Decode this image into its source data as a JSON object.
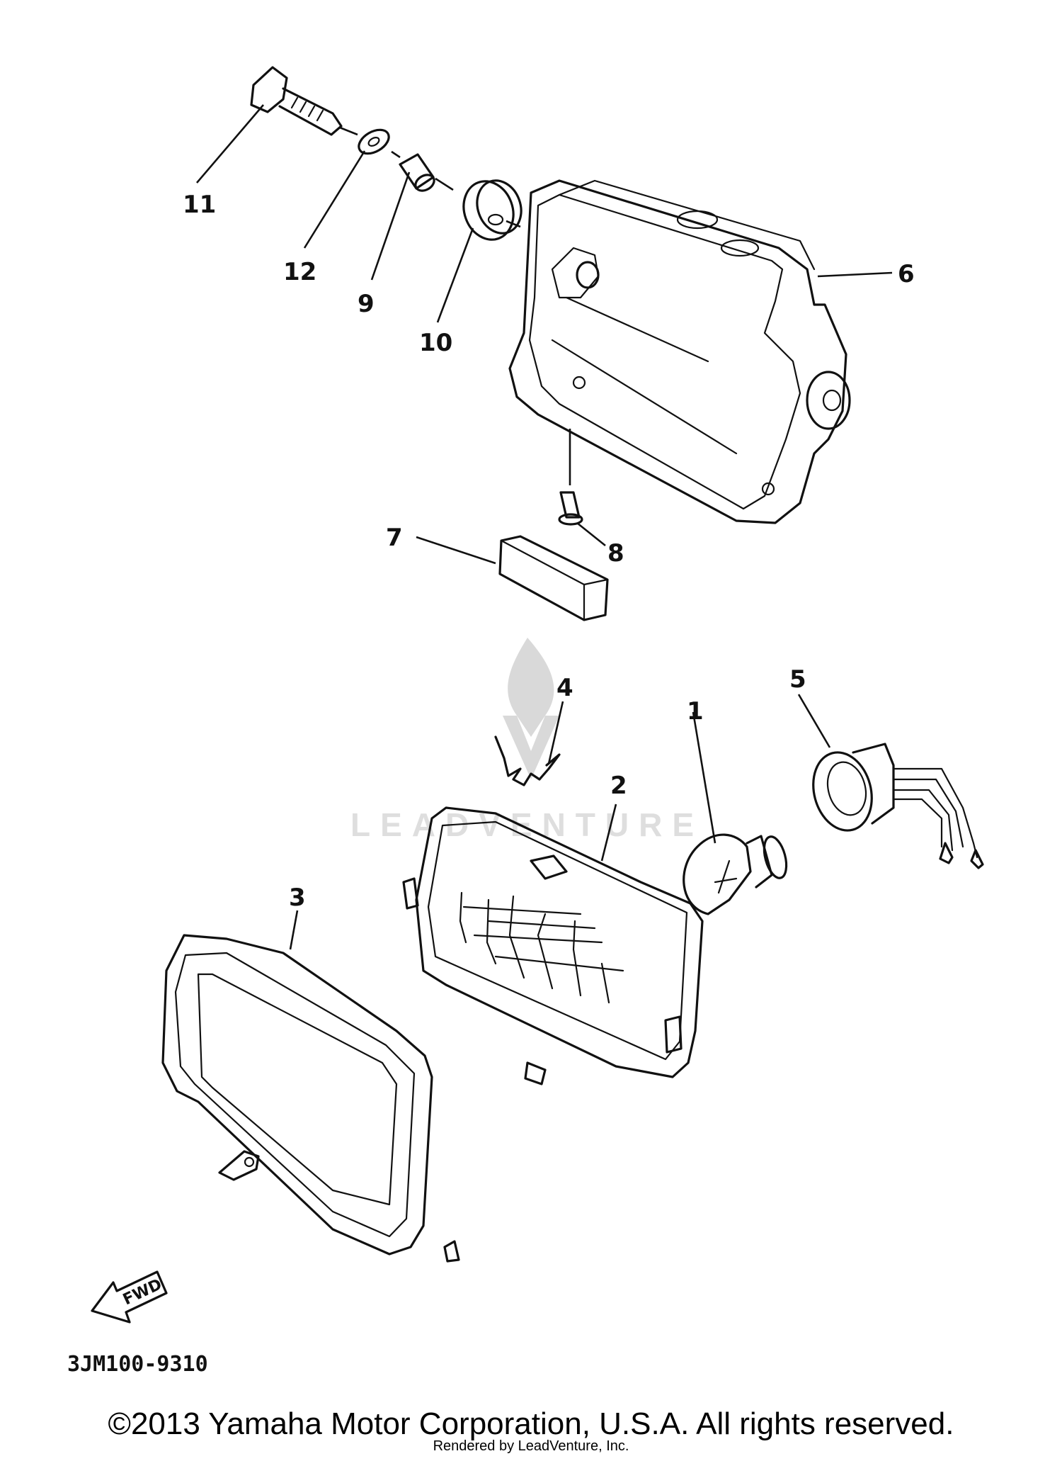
{
  "callouts": {
    "p1": "1",
    "p2": "2",
    "p3": "3",
    "p4": "4",
    "p5": "5",
    "p6": "6",
    "p7": "7",
    "p8": "8",
    "p9": "9",
    "p10": "10",
    "p11": "11",
    "p12": "12"
  },
  "fwd_label": "FWD",
  "diagram_code": "3JM100-9310",
  "watermark": "LEADVENTURE",
  "copyright": "©2013 Yamaha Motor Corporation, U.S.A. All rights reserved.",
  "rendered_by": "Rendered by LeadVenture, Inc."
}
